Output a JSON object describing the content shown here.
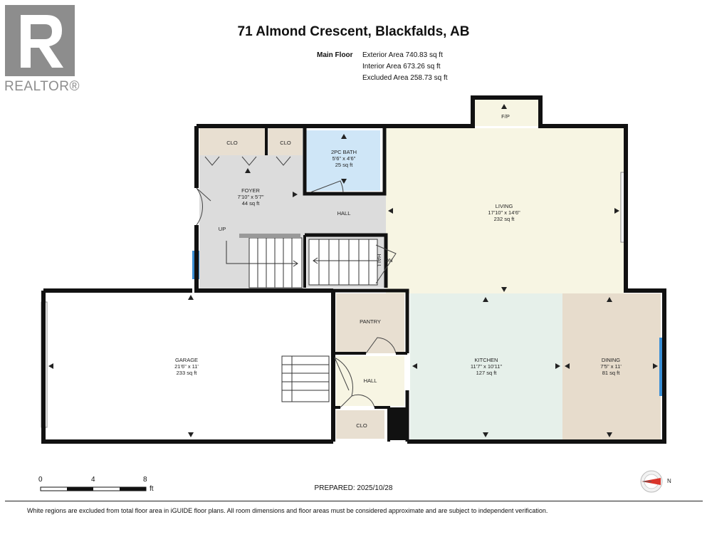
{
  "header": {
    "address": "71 Almond Crescent, Blackfalds, AB",
    "floor_name": "Main Floor",
    "exterior_area": "Exterior Area 740.83 sq ft",
    "interior_area": "Interior Area 673.26 sq ft",
    "excluded_area": "Excluded Area 258.73 sq ft"
  },
  "logo": {
    "text": "REALTOR®",
    "color": "#8d8d8d"
  },
  "colors": {
    "wall": "#111111",
    "living": "#f7f5e3",
    "kitchen": "#e6f0ea",
    "dining": "#e7dccc",
    "bath": "#cfe6f7",
    "foyer": "#dcdcdc",
    "closet": "#e8dfd1",
    "window": "#3a8fd6"
  },
  "rooms": {
    "closet_1": {
      "name": "CLO"
    },
    "closet_2": {
      "name": "CLO"
    },
    "bath": {
      "name": "2PC BATH",
      "dims": "5'6\" x 4'6\"",
      "area": "25 sq ft"
    },
    "foyer": {
      "name": "FOYER",
      "dims": "7'10\" x 5'7\"",
      "area": "44 sq ft"
    },
    "hall_upper": {
      "name": "HALL"
    },
    "living": {
      "name": "LIVING",
      "dims": "17'10\" x 14'6\"",
      "area": "232 sq ft"
    },
    "fireplace": {
      "name": "F/P"
    },
    "up_label": {
      "name": "UP"
    },
    "dn_label": {
      "name": "DN"
    },
    "hall_stair": {
      "name": "HALL"
    },
    "garage": {
      "name": "GARAGE",
      "dims": "21'6\" x 11'",
      "area": "233 sq ft"
    },
    "pantry": {
      "name": "PANTRY"
    },
    "hall_lower": {
      "name": "HALL"
    },
    "closet_3": {
      "name": "CLO"
    },
    "kitchen": {
      "name": "KITCHEN",
      "dims": "11'7\" x 10'11\"",
      "area": "127 sq ft"
    },
    "dining": {
      "name": "DINING",
      "dims": "7'5\" x 11'",
      "area": "81 sq ft"
    }
  },
  "scale": {
    "ticks": [
      "0",
      "4",
      "8"
    ],
    "unit": "ft"
  },
  "compass": {
    "label": "N"
  },
  "footer": {
    "prepared": "PREPARED: 2025/10/28",
    "disclaimer": "White regions are excluded from total floor area in iGUIDE floor plans. All room dimensions and floor areas must be considered approximate and are subject to independent verification."
  }
}
